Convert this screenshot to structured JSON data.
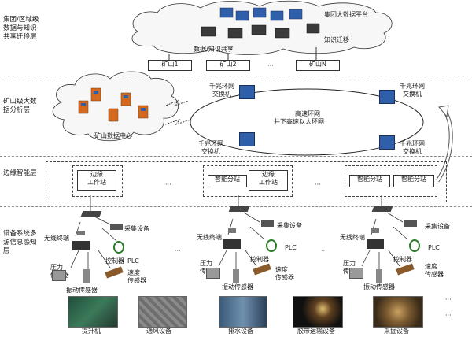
{
  "layers": {
    "group": "集团/区域级数据与知识共享迁移层",
    "mine": "矿山级大数据分析层",
    "edge": "边缘智能层",
    "sensing": "设备系统多源信息感知层"
  },
  "cloud_top": {
    "platform": "集团大数据平台",
    "sharing": "数据/知识共享",
    "migration": "知识迁移"
  },
  "mines": [
    "矿山1",
    "矿山2",
    "···",
    "矿山N"
  ],
  "mine_cloud": {
    "center": "矿山数据中心"
  },
  "ring": {
    "title_line1": "高速环网",
    "title_line2": "井下高速以太环网",
    "switch_line1": "千兆环网",
    "switch_line2": "交换机"
  },
  "edge": {
    "workstation_line1": "边缘",
    "workstation_line2": "工作站",
    "substation": "智能分站",
    "dots": "···"
  },
  "sensing": {
    "collector": "采集设备",
    "wireless": "无线终端",
    "controller": "控制器",
    "plc": "PLC",
    "pressure_line1": "压力",
    "pressure_line2": "传感器",
    "speed_line1": "速度",
    "speed_line2": "传感器",
    "vibration": "振动传感器",
    "dots": "···"
  },
  "equipment": [
    "提升机",
    "通风设备",
    "排水设备",
    "胶带运输设备",
    "采掘设备"
  ],
  "colors": {
    "switch_blue": "#2f5fa8",
    "server_orange": "#d2691e",
    "dash_gray": "#8a8a8a"
  }
}
